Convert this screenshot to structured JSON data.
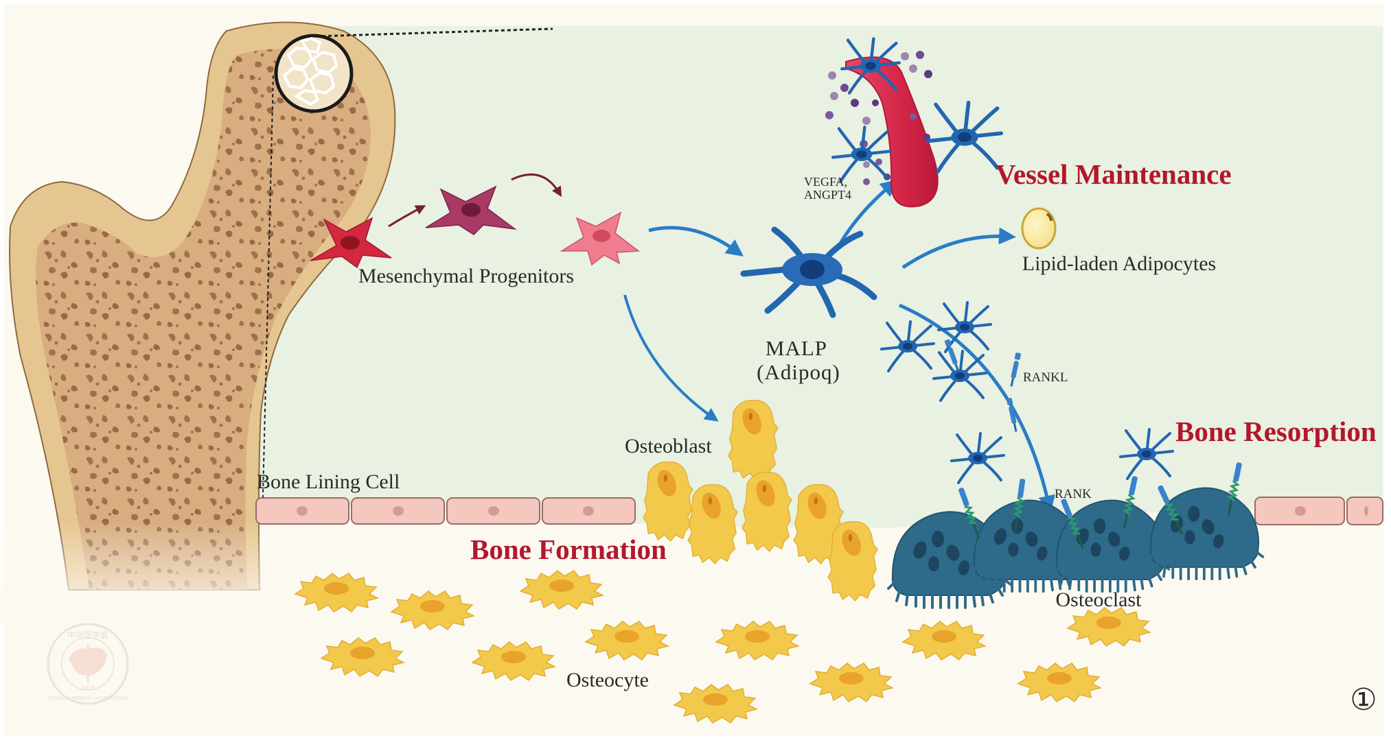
{
  "figure": {
    "number_label": "①",
    "colors": {
      "marrow_background": "#e8f1e2",
      "paper_background": "#fcf9f1",
      "bone_outer": "#e6c690",
      "bone_inner": "#d5aa7c",
      "trabecula": "#a0714f",
      "title_red": "#b3172b",
      "malp_blue": "#2266b0",
      "vessel_red": "#d8294c",
      "osteoblast_yellow": "#f3c94b",
      "osteoclast_teal": "#2e6a8a",
      "lining_cell_pink": "#f5c8bf",
      "arrow_blue": "#2a7cc7"
    }
  },
  "labels": {
    "mesenchymal_progenitors": "Mesenchymal Progenitors",
    "malp": "MALP",
    "adipoq": "(Adipoq)",
    "vegfa": "VEGFA,",
    "angpt4": "ANGPT4",
    "vessel_maintenance": "Vessel Maintenance",
    "lipid_laden_adipocytes": "Lipid-laden Adipocytes",
    "rankl": "RANKL",
    "rank": "RANK",
    "bone_resorption": "Bone Resorption",
    "osteoblast": "Osteoblast",
    "bone_lining_cell": "Bone Lining Cell",
    "bone_formation": "Bone Formation",
    "osteoclast": "Osteoclast",
    "osteocyte": "Osteocyte"
  },
  "watermark": {
    "chinese_text": "中华医学会",
    "english_text": "CHINESE MEDICAL ASSOCIATION",
    "year": "1915"
  }
}
